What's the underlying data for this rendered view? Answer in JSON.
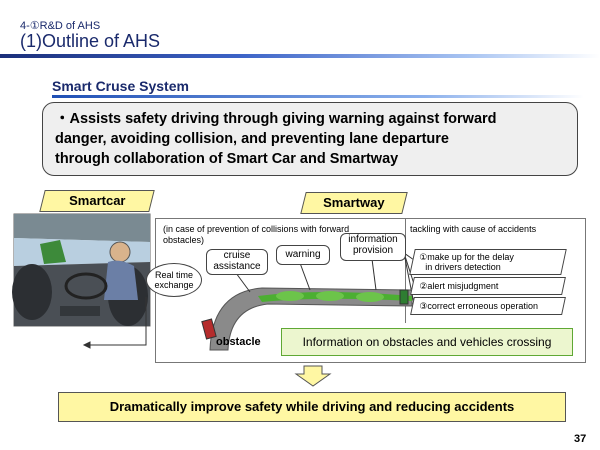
{
  "header": {
    "pre_title": "4-①R&D of AHS",
    "title": "(1)Outline of AHS"
  },
  "section": {
    "heading": "Smart Cruse System"
  },
  "summary": {
    "line1": "・Assists safety driving through giving warning against forward",
    "line2": "danger, avoiding collision, and preventing lane departure",
    "line3": "through collaboration of Smart Car and Smartway"
  },
  "tabs": {
    "smartcar": "Smartcar",
    "smartway": "Smartway"
  },
  "diagram": {
    "collision_note_1": "(in case of prevention of collisions with forward",
    "collision_note_2": "obstacles)",
    "accident_note": "tackling with cause of accidents",
    "cruise_1": "cruise",
    "cruise_2": "assistance",
    "warning": "warning",
    "info_1": "information",
    "info_2": "provision",
    "realtime_1": "Real time",
    "realtime_2": "exchange",
    "measure_1a": "①make up for the delay",
    "measure_1b": "in drivers detection",
    "measure_2": "②alert misjudgment",
    "measure_3": "③correct erroneous operation",
    "obstacle": "obstacle",
    "info_banner": "Information on obstacles and vehicles crossing"
  },
  "result": "Dramatically improve safety while driving and reducing accidents",
  "page_number": "37",
  "colors": {
    "title_blue": "#1a2a6c",
    "tab_yellow": "#fff7a3",
    "banner_green": "#ecf6cf",
    "road_green": "#4caf32"
  }
}
